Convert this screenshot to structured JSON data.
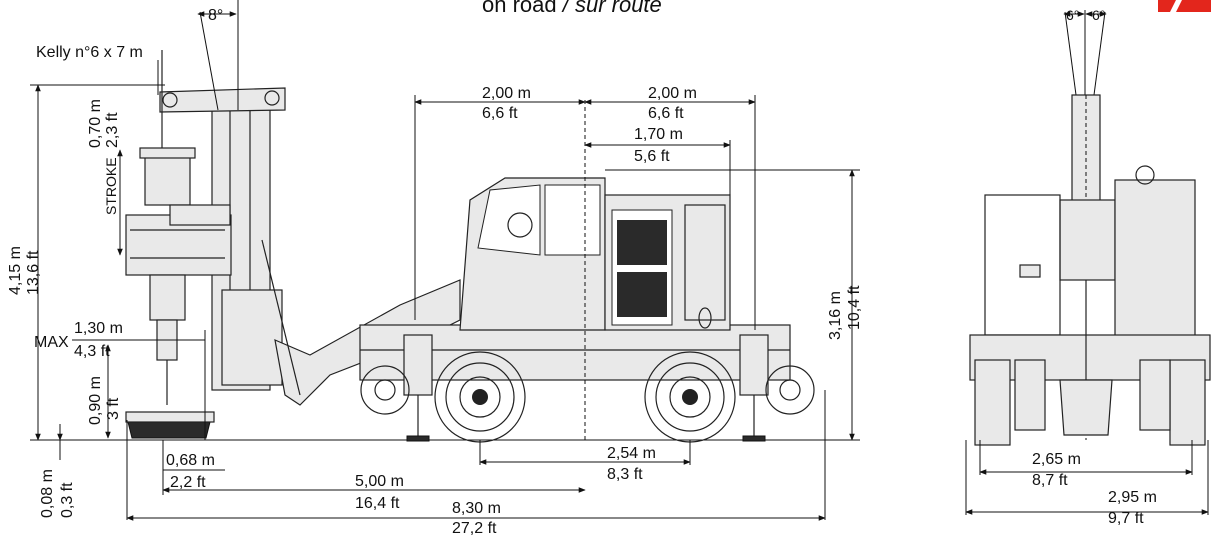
{
  "title": {
    "main": "on road",
    "italic": " / sur route"
  },
  "brand_color": "#e3261c",
  "side_view": {
    "kelly": "Kelly n°6 x 7 m",
    "angle": "8°",
    "stroke": "STROKE",
    "stroke_m": "0,70 m",
    "stroke_ft": "2,3 ft",
    "height_m": "4,15 m",
    "height_ft": "13,6 ft",
    "max": "MAX",
    "max_m": "1,30 m",
    "max_ft": "4,3 ft",
    "depth_m": "0,90 m",
    "depth_ft": "3 ft",
    "ground_m": "0,08 m",
    "ground_ft": "0,3 ft",
    "front_m": "0,68 m",
    "front_ft": "2,2 ft",
    "len5_m": "5,00 m",
    "len5_ft": "16,4 ft",
    "len8_m": "8,30 m",
    "len8_ft": "27,2 ft",
    "a1_m": "2,00 m",
    "a1_ft": "6,6 ft",
    "a2_m": "2,00 m",
    "a2_ft": "6,6 ft",
    "a3_m": "1,70 m",
    "a3_ft": "5,6 ft",
    "cab_m": "3,16 m",
    "cab_ft": "10,4 ft",
    "wheel_m": "2,54 m",
    "wheel_ft": "8,3 ft"
  },
  "rear_view": {
    "angle_left": "6°",
    "angle_right": "6°",
    "w1_m": "2,65 m",
    "w1_ft": "8,7 ft",
    "w2_m": "2,95 m",
    "w2_ft": "9,7 ft"
  }
}
